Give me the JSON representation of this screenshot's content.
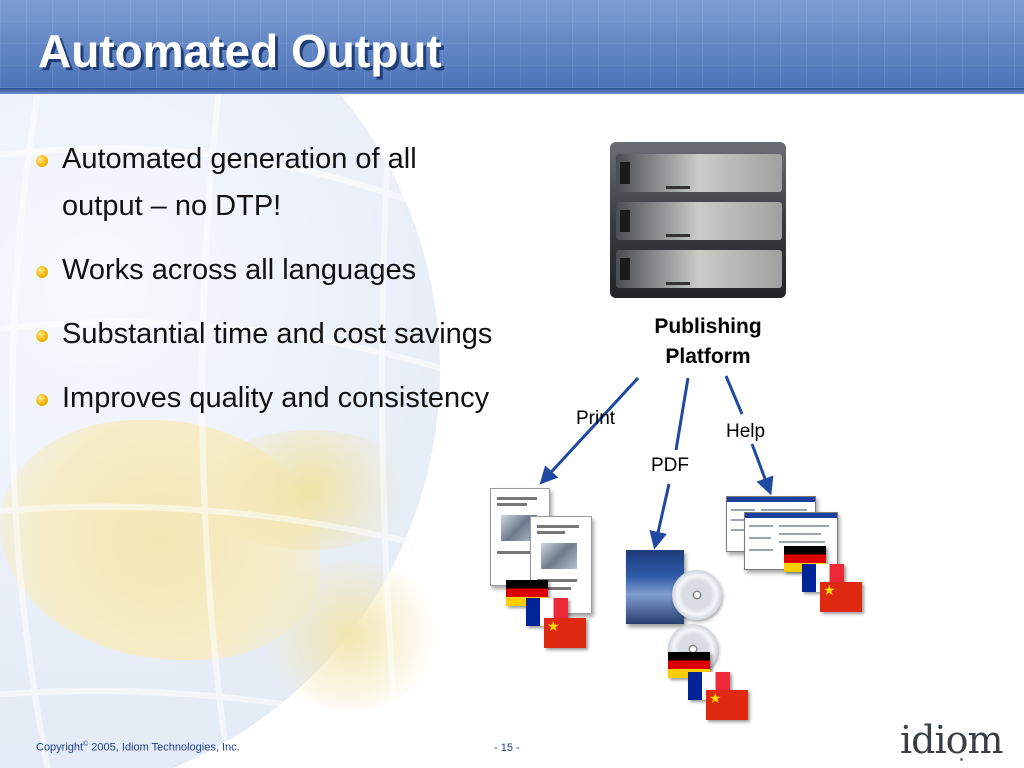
{
  "slide": {
    "title": "Automated Output",
    "bullets": [
      "Automated generation of all output – no DTP!",
      "Works across all languages",
      "Substantial time and cost savings",
      "Improves quality and consistency"
    ]
  },
  "diagram": {
    "platform_label_line1": "Publishing",
    "platform_label_line2": "Platform",
    "outputs": [
      "Print",
      "PDF",
      "Help"
    ],
    "arrow_color": "#1f4aa0",
    "flag_languages": [
      "german-flag",
      "french-flag",
      "chinese-flag"
    ]
  },
  "footer": {
    "copyright_prefix": "Copyright",
    "copyright_symbol": "©",
    "copyright_rest": " 2005, Idiom Technologies, Inc.",
    "page_number": "- 15 -",
    "logo_text": "idiom"
  },
  "colors": {
    "header_blue": "#5f83c2",
    "title_shadow": "#1f3d78",
    "bullet_yellow": "#f2b400",
    "footer_text": "#1f3f8a"
  }
}
